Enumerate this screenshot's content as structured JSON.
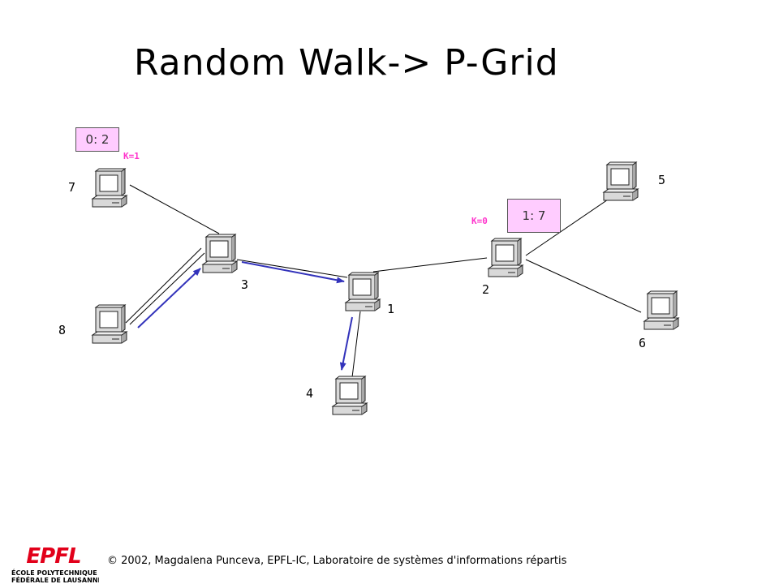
{
  "slide": {
    "title": "Random Walk-> P-Grid",
    "footer": "© 2002, Magdalena Punceva, EPFL-IC, Laboratoire de systèmes d'informations répartis"
  },
  "logo": {
    "mark": "EPFL",
    "line1": "ÉCOLE POLYTECHNIQUE",
    "line2": "FÉDÉRALE DE LAUSANNE",
    "color": "#e2001a"
  },
  "nodes": {
    "n1": "1",
    "n2": "2",
    "n3": "3",
    "n4": "4",
    "n5": "5",
    "n6": "6",
    "n7": "7",
    "n8": "8"
  },
  "annotations": {
    "k7": "K=1",
    "k2": "K=0",
    "box7": "0: 2",
    "box2": "1: 7"
  },
  "colors": {
    "walk_arrow": "#3333bb",
    "k_label": "#ff33cc",
    "box_fill": "#ffccff"
  }
}
